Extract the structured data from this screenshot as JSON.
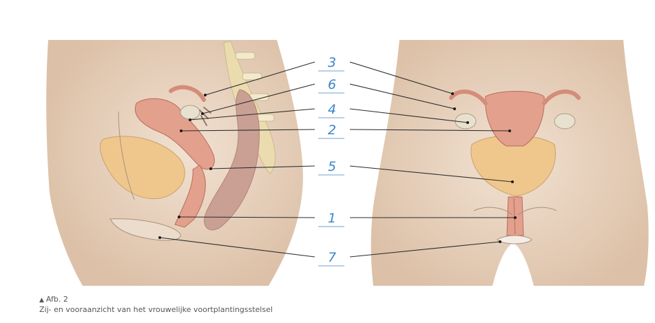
{
  "labels": [
    {
      "num": "3"
    },
    {
      "num": "6"
    },
    {
      "num": "4"
    },
    {
      "num": "2"
    },
    {
      "num": "5"
    },
    {
      "num": "1"
    },
    {
      "num": "7"
    }
  ],
  "caption": {
    "figure": "Afb. 2",
    "text": "Zij- en vooraanzicht van het vrouwelijke voortplantingsstelsel"
  },
  "colors": {
    "skin": "#dfc3ab",
    "skin_glow": "#efdccb",
    "organ": "#e3a08c",
    "bladder": "#efc78d",
    "intestine": "#c9a093",
    "spine": "#ebdcb0",
    "ovary": "#e9e1cf",
    "label": "#3a86c8"
  }
}
